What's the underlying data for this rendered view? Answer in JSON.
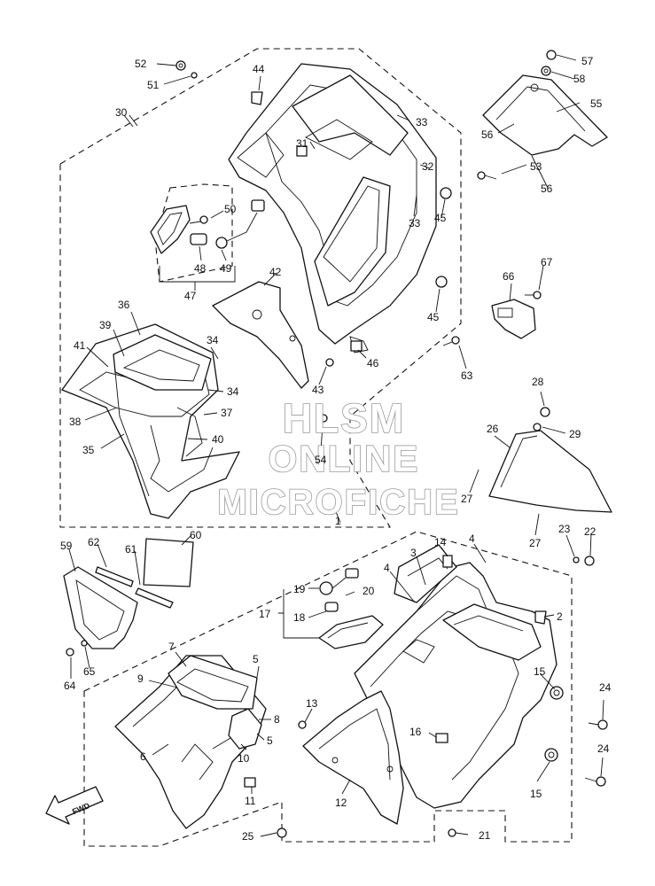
{
  "watermark": {
    "line1": "HLSM",
    "line2": "ONLINE",
    "line3": "MICROFICHE"
  },
  "direction_marker": "FWD",
  "callouts": [
    {
      "id": "c1",
      "label": "1"
    },
    {
      "id": "c2",
      "label": "2"
    },
    {
      "id": "c3",
      "label": "3"
    },
    {
      "id": "c4a",
      "label": "4"
    },
    {
      "id": "c4b",
      "label": "4"
    },
    {
      "id": "c5a",
      "label": "5"
    },
    {
      "id": "c5b",
      "label": "5"
    },
    {
      "id": "c6",
      "label": "6"
    },
    {
      "id": "c7",
      "label": "7"
    },
    {
      "id": "c8",
      "label": "8"
    },
    {
      "id": "c9",
      "label": "9"
    },
    {
      "id": "c10",
      "label": "10"
    },
    {
      "id": "c11",
      "label": "11"
    },
    {
      "id": "c12",
      "label": "12"
    },
    {
      "id": "c13",
      "label": "13"
    },
    {
      "id": "c14",
      "label": "14"
    },
    {
      "id": "c15a",
      "label": "15"
    },
    {
      "id": "c15b",
      "label": "15"
    },
    {
      "id": "c16",
      "label": "16"
    },
    {
      "id": "c17",
      "label": "17"
    },
    {
      "id": "c18",
      "label": "18"
    },
    {
      "id": "c19",
      "label": "19"
    },
    {
      "id": "c20",
      "label": "20"
    },
    {
      "id": "c21",
      "label": "21"
    },
    {
      "id": "c22",
      "label": "22"
    },
    {
      "id": "c23",
      "label": "23"
    },
    {
      "id": "c24a",
      "label": "24"
    },
    {
      "id": "c24b",
      "label": "24"
    },
    {
      "id": "c25",
      "label": "25"
    },
    {
      "id": "c26",
      "label": "26"
    },
    {
      "id": "c27a",
      "label": "27"
    },
    {
      "id": "c27b",
      "label": "27"
    },
    {
      "id": "c28",
      "label": "28"
    },
    {
      "id": "c29",
      "label": "29"
    },
    {
      "id": "c30",
      "label": "30"
    },
    {
      "id": "c31",
      "label": "31"
    },
    {
      "id": "c32",
      "label": "32"
    },
    {
      "id": "c33a",
      "label": "33"
    },
    {
      "id": "c33b",
      "label": "33"
    },
    {
      "id": "c34a",
      "label": "34"
    },
    {
      "id": "c34b",
      "label": "34"
    },
    {
      "id": "c35",
      "label": "35"
    },
    {
      "id": "c36",
      "label": "36"
    },
    {
      "id": "c37",
      "label": "37"
    },
    {
      "id": "c38",
      "label": "38"
    },
    {
      "id": "c39",
      "label": "39"
    },
    {
      "id": "c40",
      "label": "40"
    },
    {
      "id": "c41",
      "label": "41"
    },
    {
      "id": "c42",
      "label": "42"
    },
    {
      "id": "c43",
      "label": "43"
    },
    {
      "id": "c44",
      "label": "44"
    },
    {
      "id": "c45a",
      "label": "45"
    },
    {
      "id": "c45b",
      "label": "45"
    },
    {
      "id": "c46",
      "label": "46"
    },
    {
      "id": "c47",
      "label": "47"
    },
    {
      "id": "c48",
      "label": "48"
    },
    {
      "id": "c49",
      "label": "49"
    },
    {
      "id": "c50",
      "label": "50"
    },
    {
      "id": "c51",
      "label": "51"
    },
    {
      "id": "c52",
      "label": "52"
    },
    {
      "id": "c53",
      "label": "53"
    },
    {
      "id": "c54",
      "label": "54"
    },
    {
      "id": "c55",
      "label": "55"
    },
    {
      "id": "c56a",
      "label": "56"
    },
    {
      "id": "c56b",
      "label": "56"
    },
    {
      "id": "c57",
      "label": "57"
    },
    {
      "id": "c58",
      "label": "58"
    },
    {
      "id": "c59",
      "label": "59"
    },
    {
      "id": "c60",
      "label": "60"
    },
    {
      "id": "c61",
      "label": "61"
    },
    {
      "id": "c62",
      "label": "62"
    },
    {
      "id": "c63",
      "label": "63"
    },
    {
      "id": "c64",
      "label": "64"
    },
    {
      "id": "c65",
      "label": "65"
    },
    {
      "id": "c66",
      "label": "66"
    },
    {
      "id": "c67",
      "label": "67"
    }
  ]
}
